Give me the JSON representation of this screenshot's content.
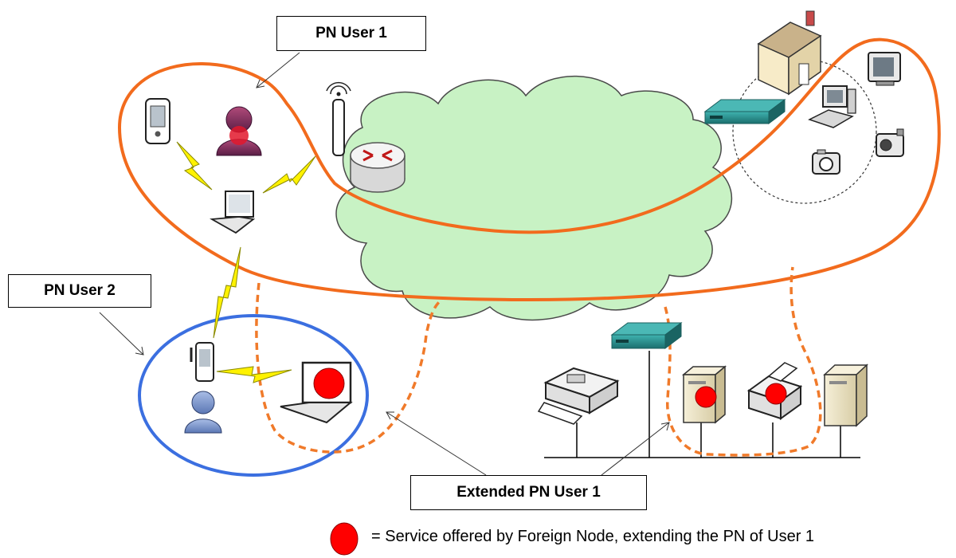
{
  "labels": {
    "pn_user_1": "PN User 1",
    "pn_user_2": "PN User 2",
    "extended_pn_user_1": "Extended PN User 1"
  },
  "legend": {
    "text": "= Service offered by Foreign Node, extending the PN of User 1"
  },
  "colors": {
    "pn_user_1_boundary": "#F26B1D",
    "pn_user_2_boundary": "#3B6FE0",
    "extended_boundary": "#F07A2A",
    "cloud_fill": "#C8F2C4",
    "service_marker": "#FF0000",
    "wireless_link": "#FFF200",
    "network_device": "#1E8C8C"
  }
}
